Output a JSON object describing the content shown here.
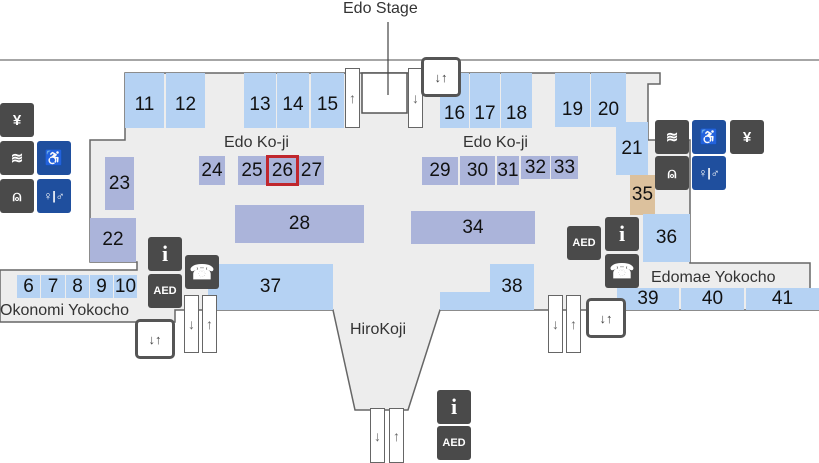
{
  "labels": {
    "edo_stage": "Edo Stage",
    "edo_koji_left": "Edo Ko-ji",
    "edo_koji_right": "Edo Ko-ji",
    "hirokoji": "HiroKoji",
    "okonomi": "Okonomi Yokocho",
    "edomae": "Edomae Yokocho"
  },
  "shops": {
    "s6": "6",
    "s7": "7",
    "s8": "8",
    "s9": "9",
    "s10": "10",
    "s11": "11",
    "s12": "12",
    "s13": "13",
    "s14": "14",
    "s15": "15",
    "s16": "16",
    "s17": "17",
    "s18": "18",
    "s19": "19",
    "s20": "20",
    "s21": "21",
    "s22": "22",
    "s23": "23",
    "s24": "24",
    "s25": "25",
    "s26": "26",
    "s27": "27",
    "s28": "28",
    "s29": "29",
    "s30": "30",
    "s31": "31",
    "s32": "32",
    "s33": "33",
    "s34": "34",
    "s35": "35",
    "s36": "36",
    "s37": "37",
    "s38": "38",
    "s39": "39",
    "s40": "40",
    "s41": "41"
  },
  "selected_shop": "26",
  "icons": {
    "aed": "AED",
    "info": "i",
    "phone": "☎",
    "locker": "¥",
    "smoking": "≋",
    "wheelchair": "♿",
    "restroom": "♀|♂",
    "baby": "⍝",
    "elevator": "↓↑"
  },
  "colors": {
    "shop_blue": "#b5d2f3",
    "shop_purple": "#abb4da",
    "shop_tan": "#dcc19d",
    "highlight": "#c0272d",
    "facility_blue": "#1f4f9e",
    "facility_dark": "#4a4a4a"
  }
}
